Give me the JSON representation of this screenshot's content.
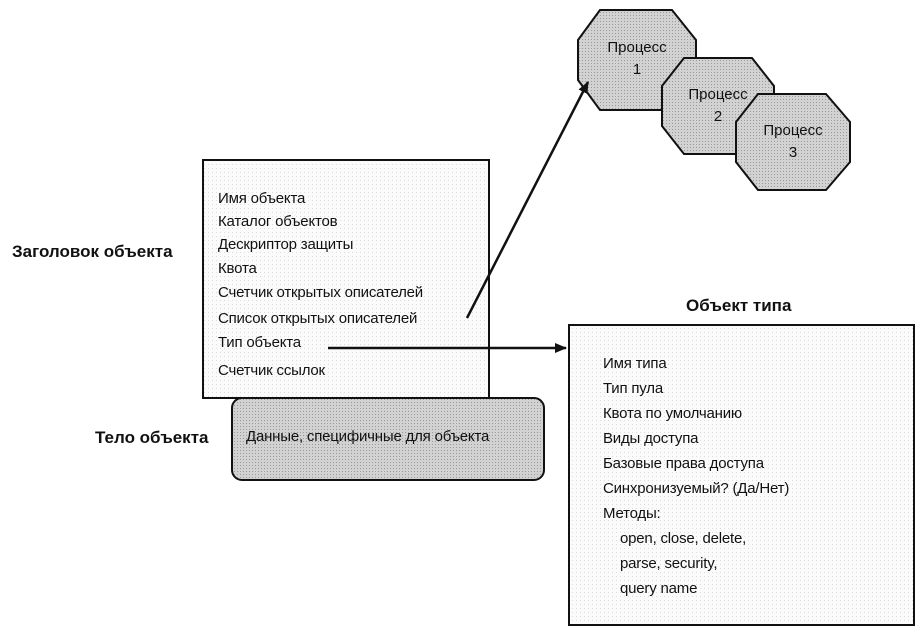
{
  "labels": {
    "header": "Заголовок объекта",
    "body": "Тело объекта",
    "type_object_title": "Объект типа"
  },
  "header_box": {
    "fields": [
      "Имя объекта",
      "Каталог объектов",
      "Дескриптор защиты",
      "Квота",
      "Счетчик открытых описателей",
      "Список открытых описателей",
      "Тип объекта",
      "Счетчик ссылок"
    ]
  },
  "body_box": {
    "text": "Данные, специфичные для объекта"
  },
  "type_box": {
    "fields": [
      "Имя типа",
      "Тип пула",
      "Квота по умолчанию",
      "Виды доступа",
      "Базовые права доступа",
      "Синхронизуемый? (Да/Нет)",
      "Методы:",
      "open, close, delete,",
      "parse, security,",
      "query name"
    ]
  },
  "processes": [
    {
      "word": "Процесс",
      "num": "1"
    },
    {
      "word": "Процесс",
      "num": "2"
    },
    {
      "word": "Процесс",
      "num": "3"
    }
  ]
}
